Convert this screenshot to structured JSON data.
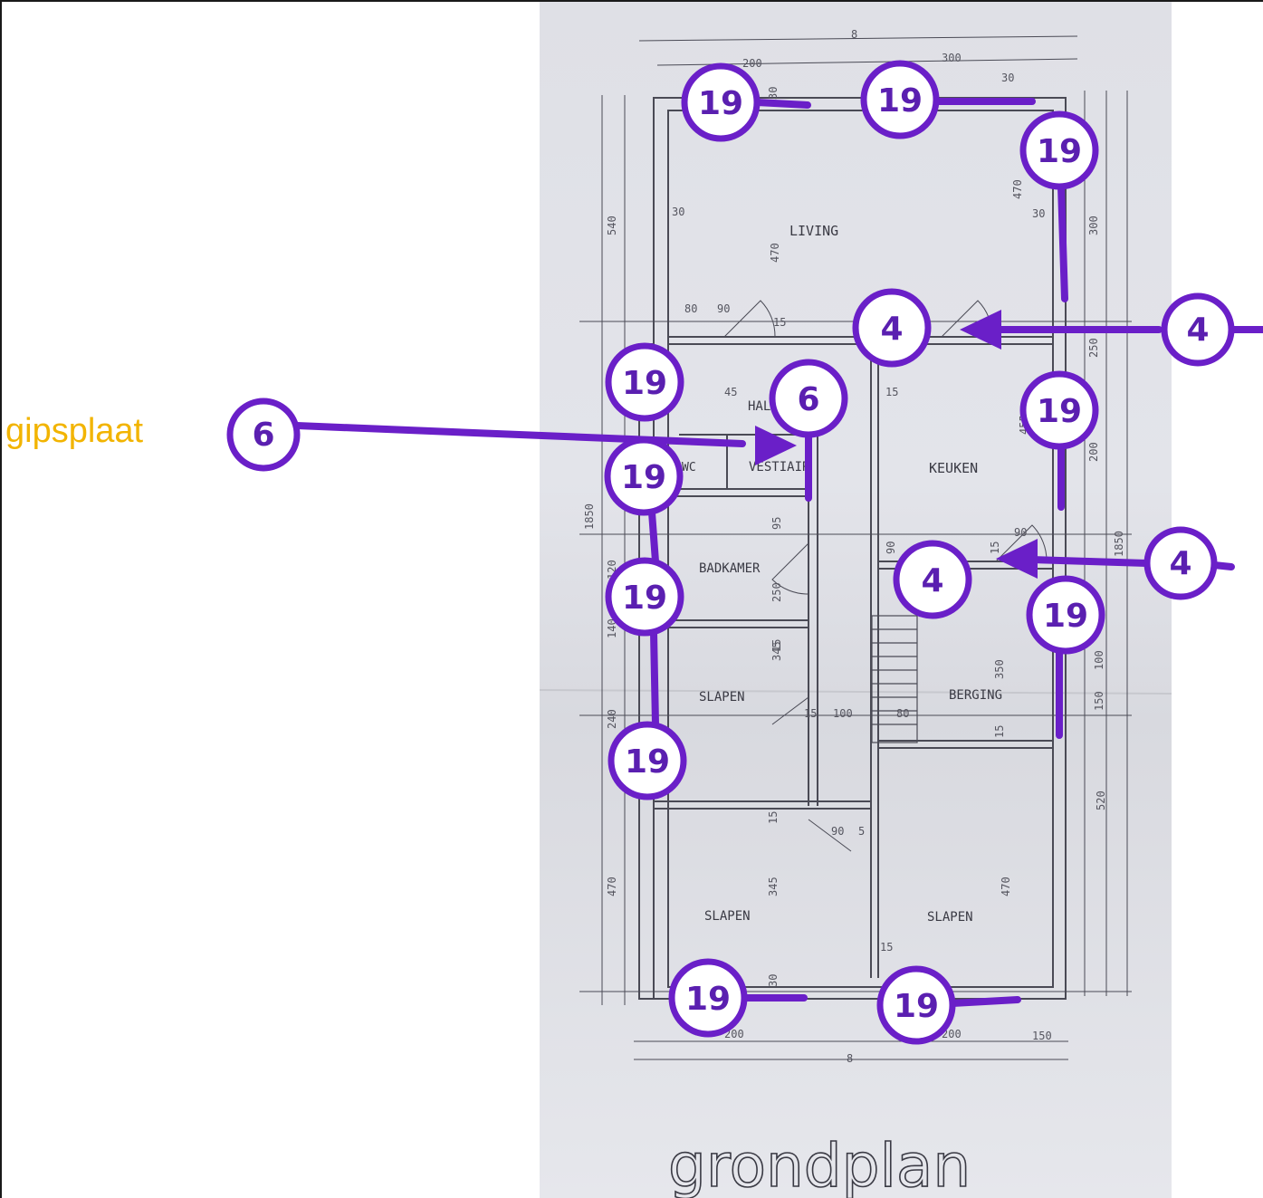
{
  "annotation": {
    "material_label": "gipsplaat",
    "material_color": "#f2b400",
    "callout_color": "#6a1fc8",
    "callout_text_color": "#5a1fb0"
  },
  "plan": {
    "title": "grondplan",
    "rooms": [
      "LIVING",
      "KEUKEN",
      "VESTIAIR",
      "HAL",
      "BADKAMER",
      "SLAPEN",
      "BERGING",
      "SLAPEN",
      "SLAPEN",
      "WC"
    ],
    "dimensions": [
      "8",
      "200",
      "300",
      "30",
      "30",
      "470",
      "300",
      "540",
      "470",
      "80",
      "90",
      "15",
      "120",
      "250",
      "45",
      "345",
      "15",
      "455",
      "200",
      "1850",
      "1850",
      "120",
      "140",
      "240",
      "95",
      "250",
      "15",
      "350",
      "100",
      "150",
      "15",
      "520",
      "470",
      "345",
      "470",
      "15",
      "15",
      "200",
      "200",
      "8",
      "150",
      "100",
      "15",
      "80",
      "90",
      "30",
      "30",
      "30",
      "15",
      "90",
      "5",
      "90"
    ]
  },
  "callouts": [
    {
      "number": "19"
    },
    {
      "number": "19"
    },
    {
      "number": "19"
    },
    {
      "number": "4"
    },
    {
      "number": "4"
    },
    {
      "number": "19"
    },
    {
      "number": "6"
    },
    {
      "number": "6"
    },
    {
      "number": "19"
    },
    {
      "number": "19"
    },
    {
      "number": "4"
    },
    {
      "number": "4"
    },
    {
      "number": "19"
    },
    {
      "number": "19"
    },
    {
      "number": "19"
    },
    {
      "number": "19"
    },
    {
      "number": "19"
    }
  ]
}
